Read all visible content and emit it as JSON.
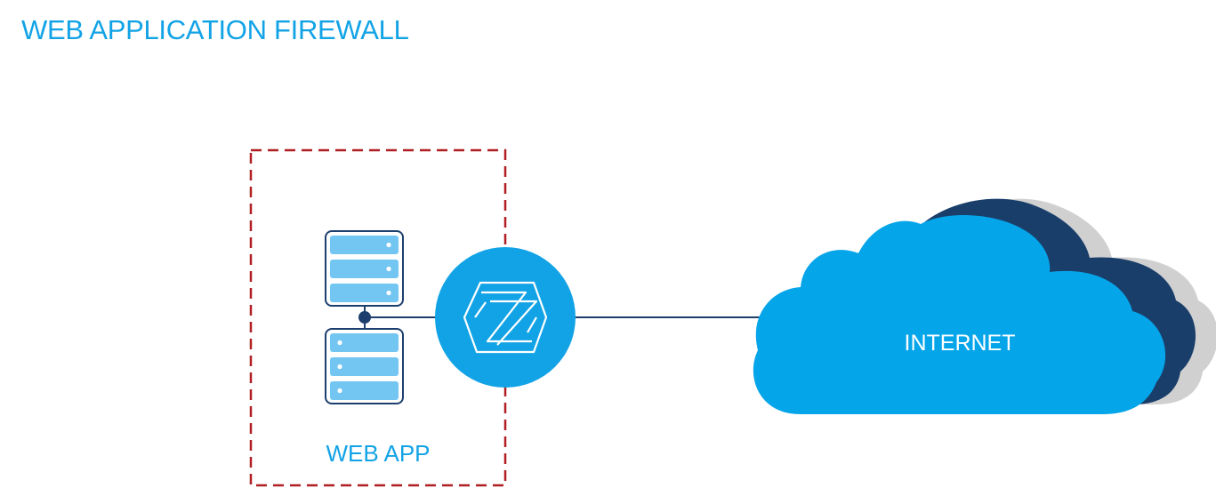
{
  "title": "WEB APPLICATION FIREWALL",
  "zone_label": "WEB APP",
  "cloud_label": "INTERNET",
  "firewall_icon": "firewall-shield-logo-icon",
  "server_icon": "server-rack-icon",
  "cloud_icon": "cloud-icon",
  "colors": {
    "accent": "#12a3e6",
    "zone_border": "#b01e22",
    "server_fill": "#74c6f2",
    "server_stroke": "#1c3f6e",
    "line": "#1c3f6e",
    "cloud_main": "#05a5ea",
    "cloud_dark": "#1a3e6a",
    "cloud_gray": "#d0d0d0"
  }
}
